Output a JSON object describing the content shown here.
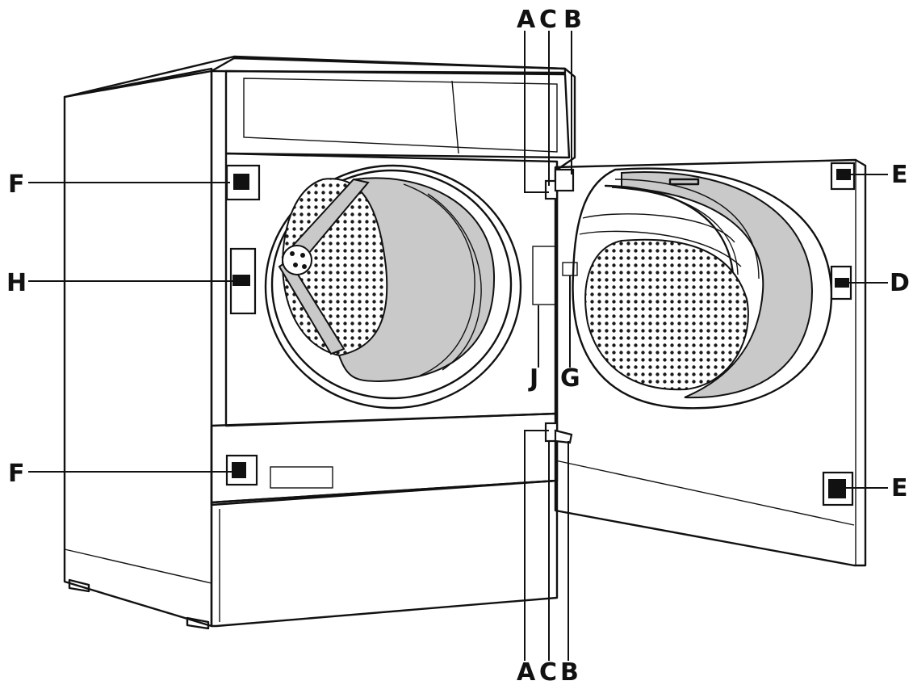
{
  "labels": {
    "A": "A",
    "B": "B",
    "C": "C",
    "D": "D",
    "E": "E",
    "F": "F",
    "G": "G",
    "H": "H",
    "J": "J"
  },
  "colors": {
    "line": "#111111",
    "drum_grey": "#c9c9c9",
    "background": "#ffffff"
  }
}
